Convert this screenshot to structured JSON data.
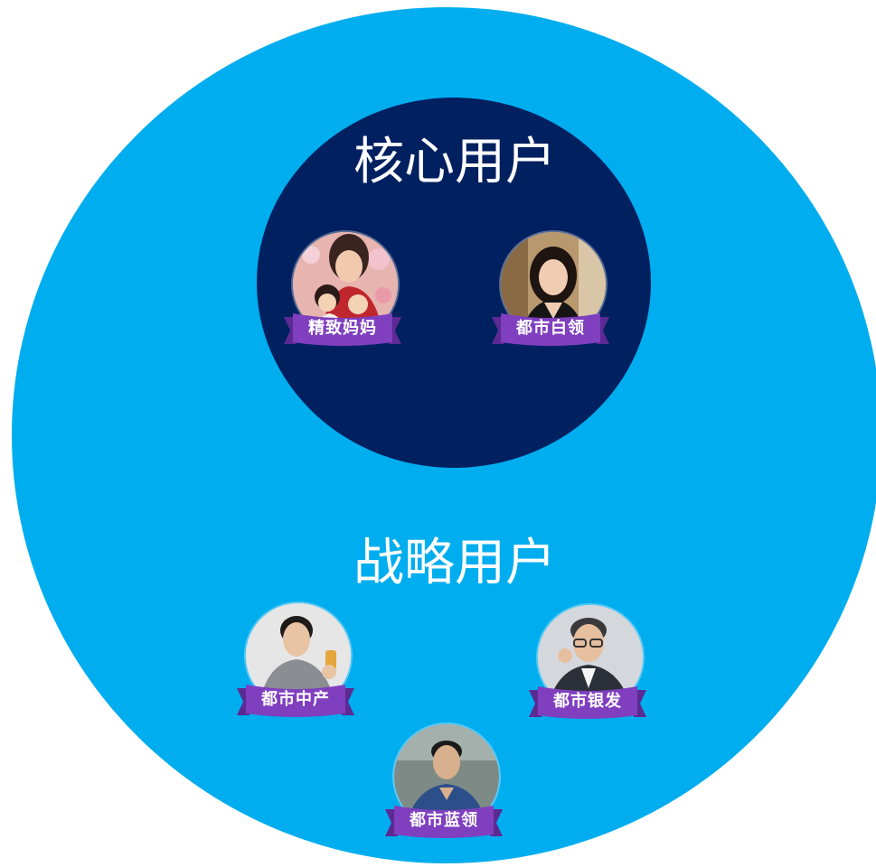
{
  "colors": {
    "outer": "#00adef",
    "inner": "#002060",
    "ribbon": "#7f3fbf",
    "ribbon_dark": "#5b2a93",
    "text": "#ffffff"
  },
  "groups": {
    "core": {
      "title": "核心用户",
      "personas": [
        {
          "label": "精致妈妈",
          "icon": "mother-with-children-photo"
        },
        {
          "label": "都市白领",
          "icon": "office-woman-photo"
        }
      ]
    },
    "strategic": {
      "title": "战略用户",
      "personas": [
        {
          "label": "都市中产",
          "icon": "middle-class-man-photo"
        },
        {
          "label": "都市银发",
          "icon": "senior-man-photo"
        },
        {
          "label": "都市蓝领",
          "icon": "blue-collar-worker-photo"
        }
      ]
    }
  }
}
